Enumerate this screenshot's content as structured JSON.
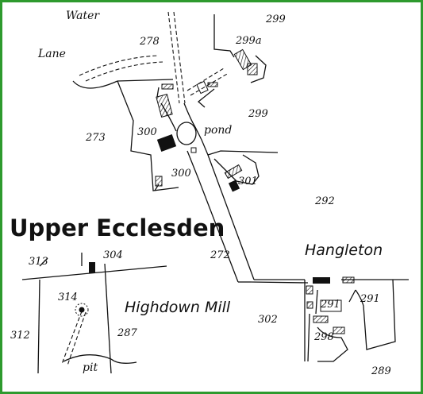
{
  "map": {
    "title": "Upper Ecclesden",
    "places": {
      "hangleton": "Hangleton",
      "highdown_mill": "Highdown Mill"
    },
    "features": {
      "water_lane_1": "Water",
      "water_lane_2": "Lane",
      "pond": "pond",
      "pit": "pit"
    },
    "plots": {
      "p299_top": "299",
      "p299a": "299a",
      "p278": "278",
      "p299_mid": "299",
      "p273": "273",
      "p300_a": "300",
      "p300_b": "300",
      "p301": "301",
      "p292": "292",
      "p272": "272",
      "p313": "313",
      "p304": "304",
      "p314": "314",
      "p312": "312",
      "p287": "287",
      "p302": "302",
      "p291_a": "291",
      "p291_b": "291",
      "p298": "298",
      "p289": "289"
    },
    "colors": {
      "border": "#2e9a2e",
      "ink": "#111111"
    }
  }
}
